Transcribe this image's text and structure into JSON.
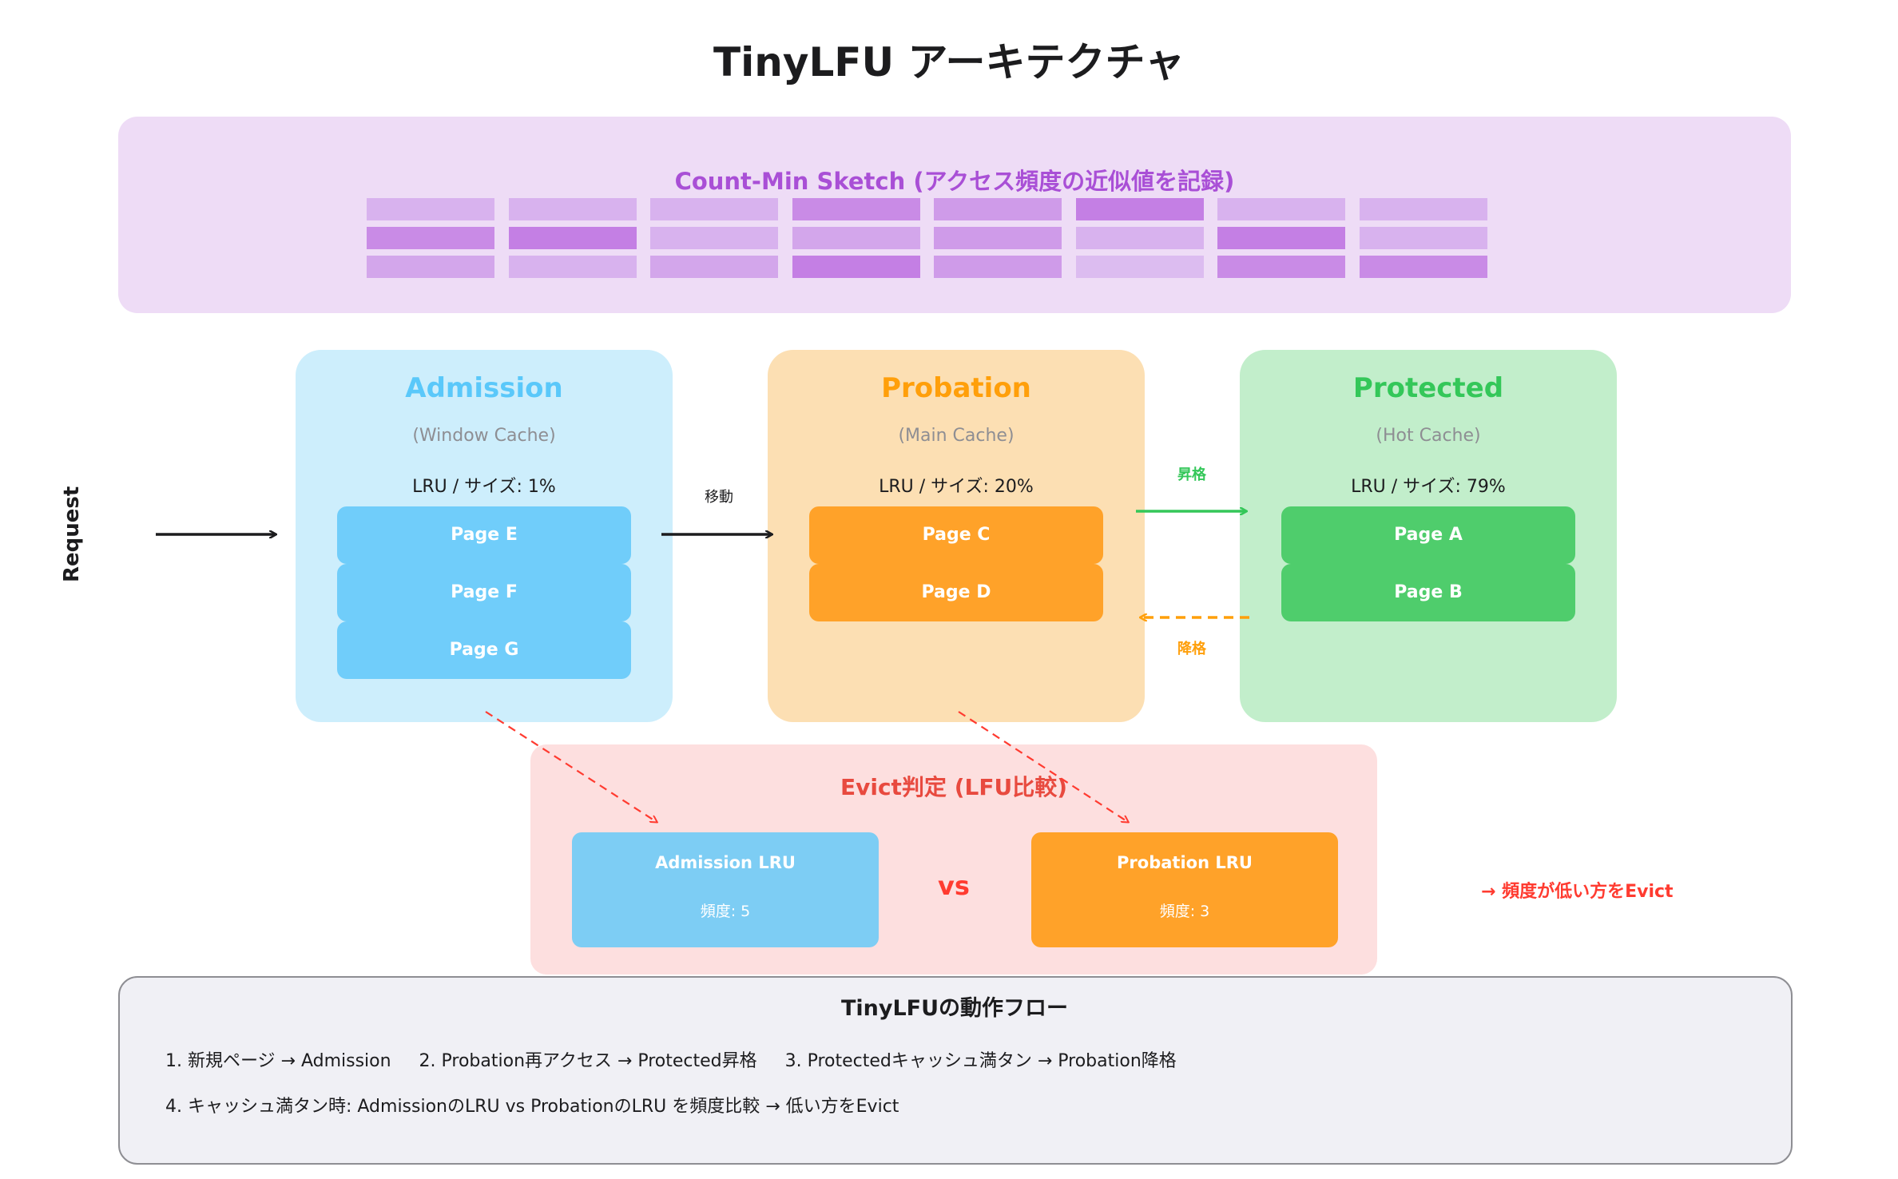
{
  "title": "TinyLFU アーキテクチャ",
  "sketch": {
    "title": "Count-Min Sketch (アクセス頻度の近似値を記録)",
    "grid": [
      [
        "#d8b2ee",
        "#d8b2ee",
        "#d8b2ee",
        "#c98be6",
        "#cf9be9",
        "#c47fe4",
        "#d8b2ee",
        "#d8b2ee"
      ],
      [
        "#c98be6",
        "#c47fe4",
        "#d8b2ee",
        "#d3a6eb",
        "#cf9be9",
        "#d8b2ee",
        "#c47fe4",
        "#d8b2ee"
      ],
      [
        "#d3a6eb",
        "#d8b2ee",
        "#d3a6eb",
        "#c47fe4",
        "#cf9be9",
        "#dcbcf0",
        "#c98be6",
        "#c98be6"
      ]
    ]
  },
  "request_label": "Request",
  "move_label": "移動",
  "promote_label": "昇格",
  "demote_label": "降格",
  "admission": {
    "name": "Admission",
    "sub": "(Window Cache)",
    "lru": "LRU / サイズ: 1%",
    "pages": [
      "Page E",
      "Page F",
      "Page G"
    ]
  },
  "probation": {
    "name": "Probation",
    "sub": "(Main Cache)",
    "lru": "LRU / サイズ: 20%",
    "pages": [
      "Page C",
      "Page D"
    ]
  },
  "protected": {
    "name": "Protected",
    "sub": "(Hot Cache)",
    "lru": "LRU / サイズ: 79%",
    "pages": [
      "Page A",
      "Page B"
    ]
  },
  "evict": {
    "title": "Evict判定 (LFU比較)",
    "left": {
      "name": "Admission LRU",
      "freq": "頻度: 5"
    },
    "vs": "vs",
    "right": {
      "name": "Probation LRU",
      "freq": "頻度: 3"
    },
    "note": "→ 頻度が低い方をEvict"
  },
  "flow": {
    "title": "TinyLFUの動作フロー",
    "line1": "1. 新規ページ → Admission     2. Probation再アクセス → Protected昇格     3. Protectedキャッシュ満タン → Probation降格",
    "line2": "4. キャッシュ満タン時: AdmissionのLRU vs ProbationのLRU を頻度比較 → 低い方をEvict"
  },
  "colors": {
    "admission": "#5ac8fa",
    "admission_bg": "#cdeefc",
    "admission_page": "#70cdfa",
    "probation": "#ff9f0a",
    "probation_bg": "#fcdfb3",
    "probation_page": "#ffa229",
    "protected": "#34c759",
    "protected_bg": "#c2eecb",
    "protected_page": "#4fcd6c",
    "evict": "#ff3b30",
    "sketch": "#af52de"
  }
}
